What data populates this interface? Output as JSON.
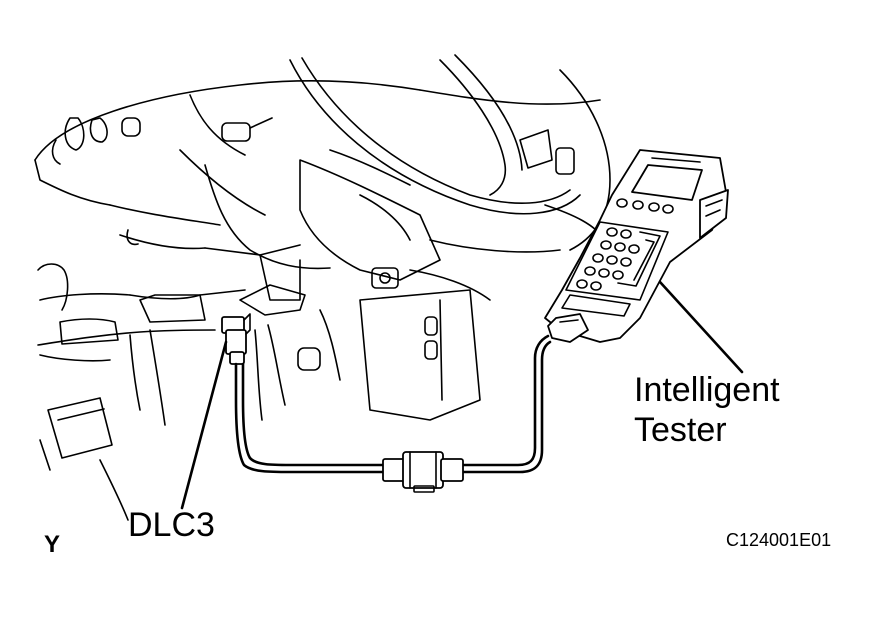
{
  "labels": {
    "tester_line1": "Intelligent",
    "tester_line2": "Tester",
    "dlc3": "DLC3",
    "view": "Y",
    "figure_code": "C124001E01"
  }
}
